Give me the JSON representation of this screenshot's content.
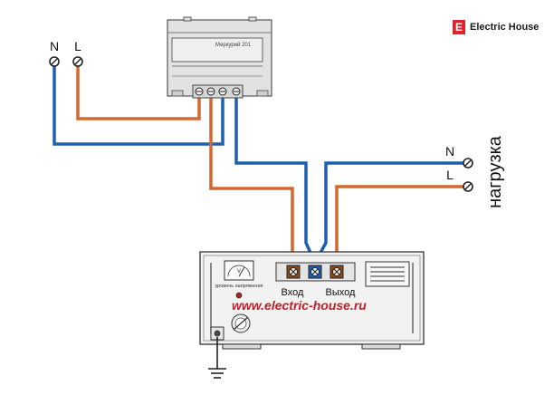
{
  "brand": {
    "logo_letter": "E",
    "name": "Electric House"
  },
  "source": {
    "neutral_label": "N",
    "line_label": "L"
  },
  "meter": {
    "model_text": "Меркурий 201"
  },
  "load": {
    "neutral_label": "N",
    "line_label": "L",
    "title": "нагрузка"
  },
  "stabilizer": {
    "gauge_caption": "уровень напряжения",
    "input_label": "Вход",
    "output_label": "Выход",
    "website": "www.electric-house.ru"
  },
  "colors": {
    "neutral_wire": "#1f5fb0",
    "line_wire": "#d4682e",
    "brand": "#d8262c",
    "website": "#c0202a"
  }
}
